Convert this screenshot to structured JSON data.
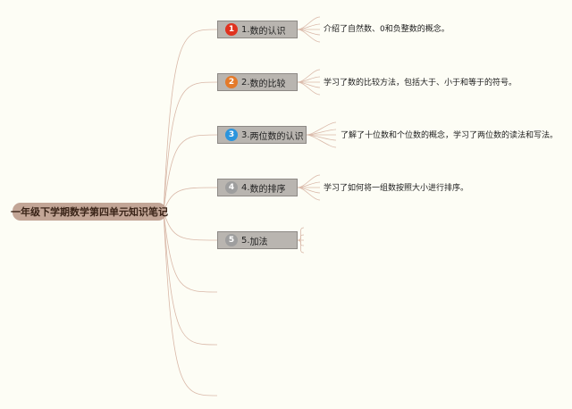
{
  "root": {
    "label": "一年级下学期数学第四单元知识笔记"
  },
  "colors": {
    "root_bg": "#c2a596",
    "topic_bg": "#b9b5b0",
    "line": "#d9b8a8"
  },
  "topics": [
    {
      "badge": "1",
      "label": "数的认识",
      "prefix": "1. ",
      "badge_color": "#e0321f",
      "note": "介绍了自然数、0和负整数的概念。"
    },
    {
      "badge": "2",
      "label": "数的比较",
      "prefix": "2. ",
      "badge_color": "#e47a2a",
      "note": "学习了数的比较方法，包括大于、小于和等于的符号。"
    },
    {
      "badge": "3",
      "label": "两位数的认识",
      "prefix": "3. ",
      "badge_color": "#2b95dd",
      "note": "了解了十位数和个位数的概念，学习了两位数的读法和写法。"
    },
    {
      "badge": "4",
      "label": "数的排序",
      "prefix": "4. ",
      "badge_color": "#9e9e9e",
      "note": "学习了如何将一组数按照大小进行排序。"
    },
    {
      "badge": "5",
      "label": "加法",
      "prefix": "5. ",
      "badge_color": "#9e9e9e",
      "note": ""
    }
  ]
}
